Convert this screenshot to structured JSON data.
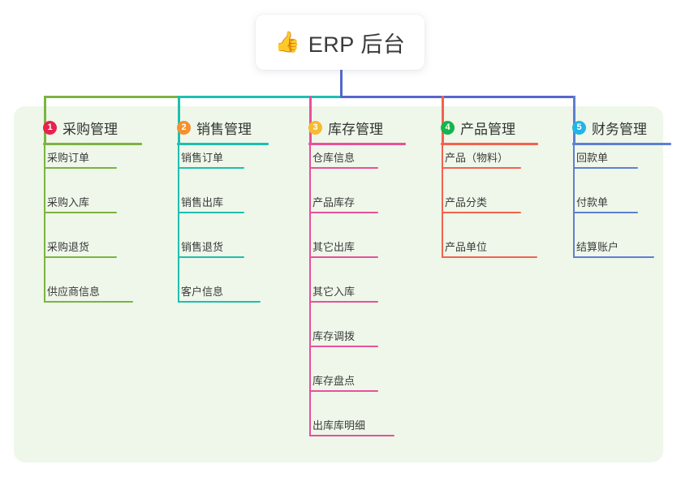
{
  "root": {
    "icon": "thumbs-up-emoji",
    "emoji": "👍",
    "title": "ERP 后台"
  },
  "palette": {
    "panel_bg": "#eef7e9",
    "page_bg": "#ffffff",
    "root_bus": "#5566cc",
    "text": "#333333"
  },
  "columns": [
    {
      "number": "1",
      "title": "采购管理",
      "badge_color": "#e8214f",
      "line_color": "#7cb342",
      "leaves": [
        {
          "label": "采购订单"
        },
        {
          "label": "采购入库"
        },
        {
          "label": "采购退货"
        },
        {
          "label": "供应商信息"
        }
      ]
    },
    {
      "number": "2",
      "title": "销售管理",
      "badge_color": "#f4912e",
      "line_color": "#1ebfaf",
      "leaves": [
        {
          "label": "销售订单"
        },
        {
          "label": "销售出库"
        },
        {
          "label": "销售退货"
        },
        {
          "label": "客户信息"
        }
      ]
    },
    {
      "number": "3",
      "title": "库存管理",
      "badge_color": "#f7bb2e",
      "line_color": "#e8509b",
      "leaves": [
        {
          "label": "仓库信息"
        },
        {
          "label": "产品库存"
        },
        {
          "label": "其它出库"
        },
        {
          "label": "其它入库"
        },
        {
          "label": "库存调拨"
        },
        {
          "label": "库存盘点"
        },
        {
          "label": "出库库明细"
        }
      ]
    },
    {
      "number": "4",
      "title": "产品管理",
      "badge_color": "#16b44c",
      "line_color": "#f4614f",
      "leaves": [
        {
          "label": "产品（物料）"
        },
        {
          "label": "产品分类"
        },
        {
          "label": "产品单位"
        }
      ]
    },
    {
      "number": "5",
      "title": "财务管理",
      "badge_color": "#21b5e6",
      "line_color": "#5e7fd4",
      "leaves": [
        {
          "label": "回款单"
        },
        {
          "label": "付款单"
        },
        {
          "label": "结算账户"
        }
      ]
    }
  ]
}
